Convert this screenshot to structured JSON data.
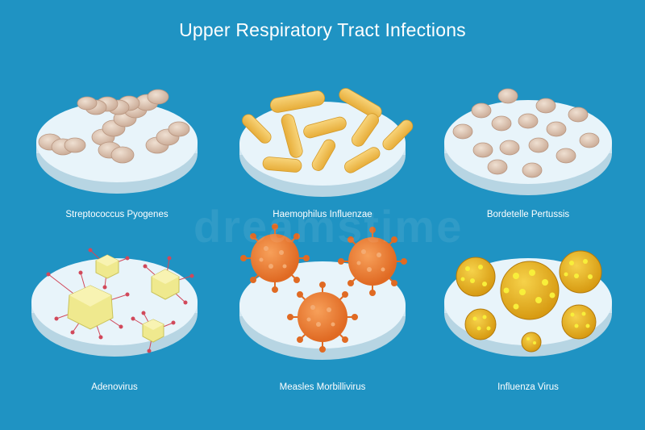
{
  "title": "Upper Respiratory Tract Infections",
  "watermark": "dreamstime",
  "colors": {
    "background": "#1f93c3",
    "dish_top": "#e8f4fa",
    "dish_side": "#cfe6f1"
  },
  "dishes": [
    {
      "label": "Streptococcus Pyogenes",
      "icon": "cocci-chain-bacteria"
    },
    {
      "label": "Haemophilus Influenzae",
      "icon": "rod-bacteria"
    },
    {
      "label": "Bordetelle Pertussis",
      "icon": "coccobacilli-bacteria"
    },
    {
      "label": "Adenovirus",
      "icon": "icosahedral-virus"
    },
    {
      "label": "Measles Morbillivirus",
      "icon": "spiked-virus"
    },
    {
      "label": "Influenza Virus",
      "icon": "spotted-sphere-virus"
    }
  ]
}
